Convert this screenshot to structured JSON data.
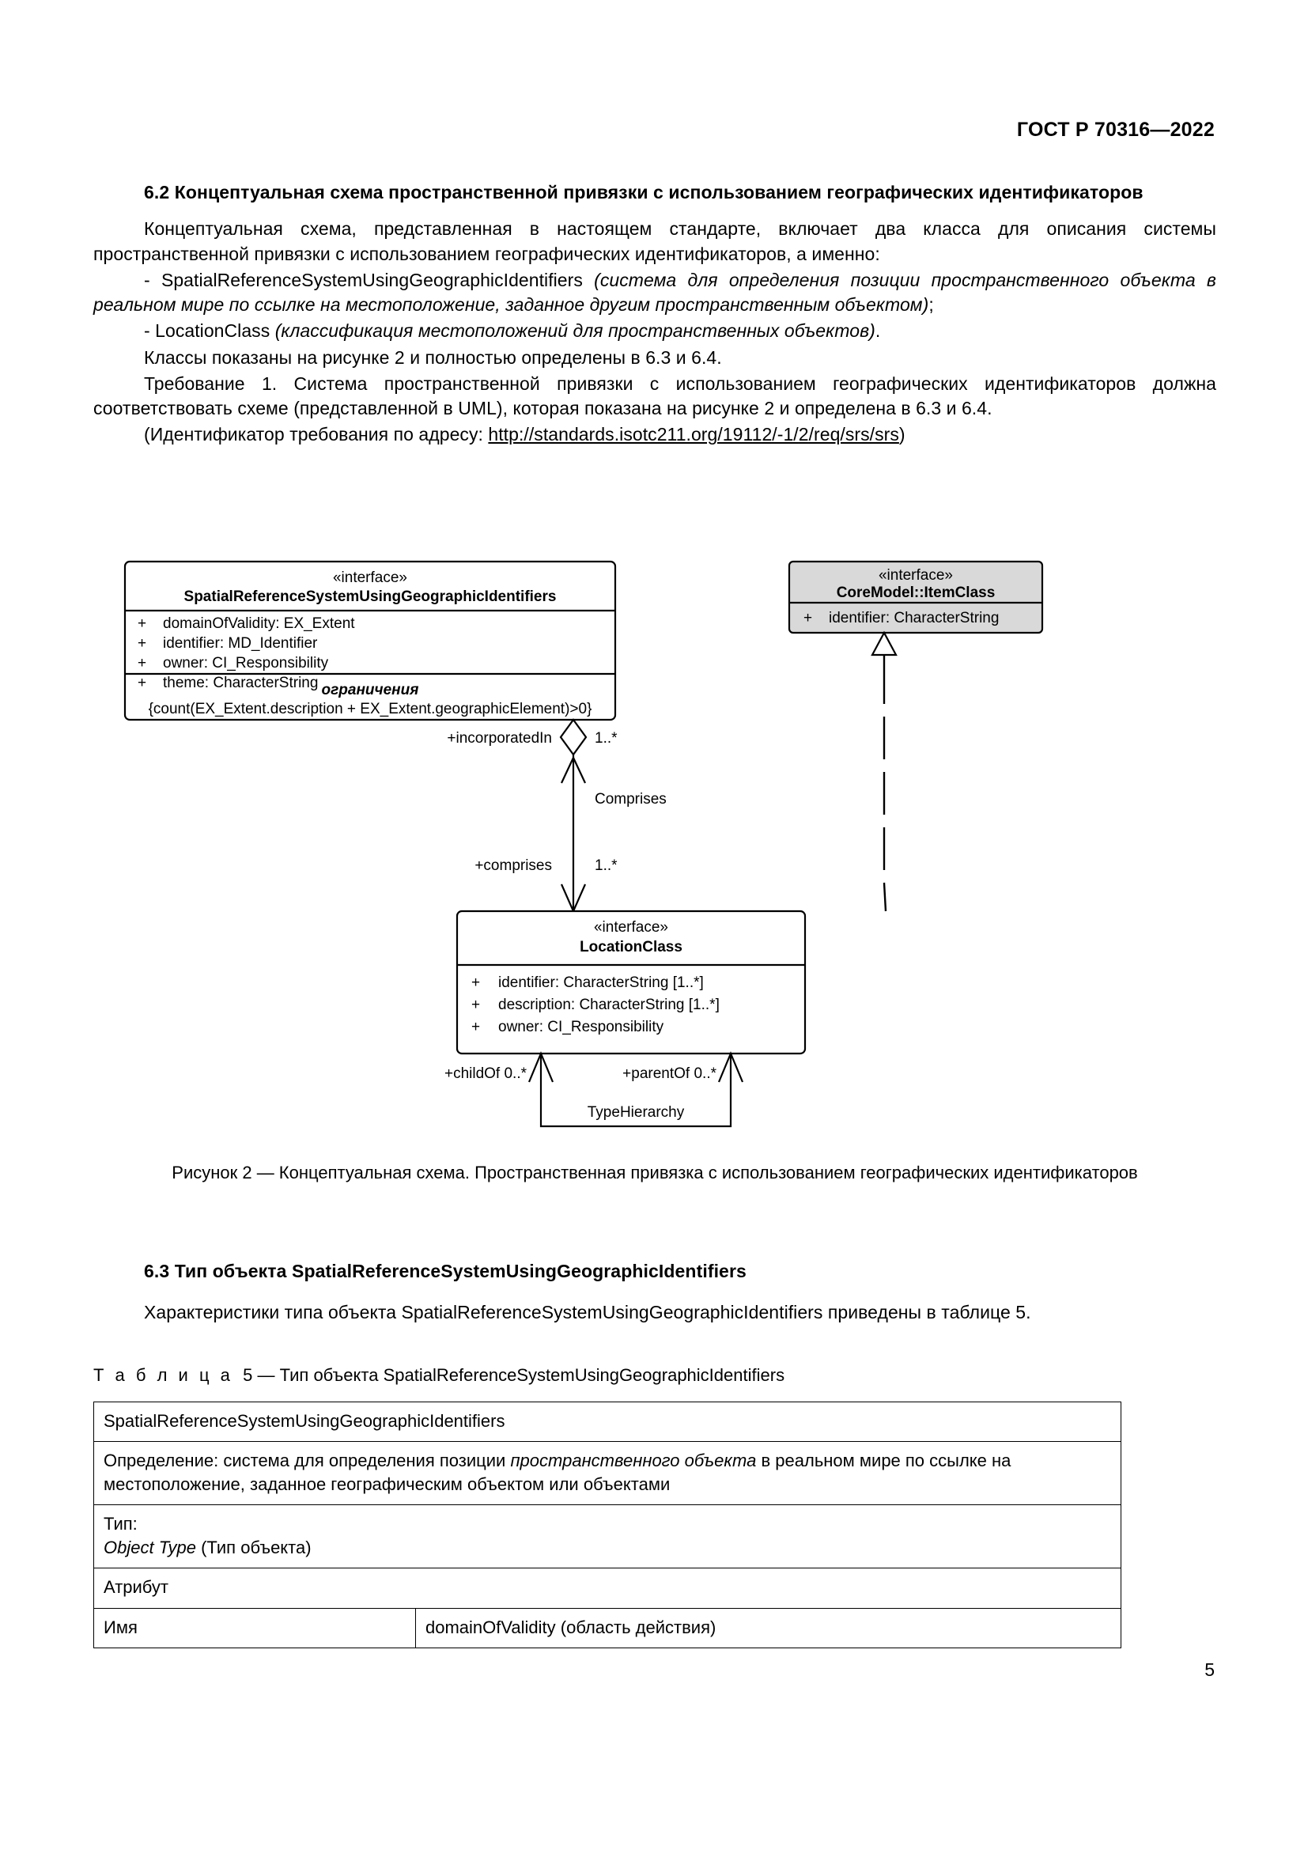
{
  "header": {
    "standard_title": "ГОСТ Р 70316—2022"
  },
  "sections": {
    "s62": {
      "heading": "6.2 Концептуальная схема пространственной привязки с использованием географических идентификаторов",
      "p1": "Концептуальная схема, представленная в настоящем стандарте, включает два класса для описания системы пространственной привязки с использованием географических идентификаторов, а именно:",
      "bullet1_plain": "-  SpatialReferenceSystemUsingGeographicIdentifiers ",
      "bullet1_italic": "(система для определения позиции пространственного объекта в реальном мире по ссылке на местоположение, заданное другим пространственным объектом)",
      "bullet1_tail": ";",
      "bullet2_plain": "- LocationClass ",
      "bullet2_italic": "(классификация местоположений для пространственных объектов)",
      "bullet2_tail": ".",
      "p2": "Классы показаны на рисунке 2 и полностью определены в 6.3 и 6.4.",
      "p3": "Требование 1. Система пространственной привязки с использованием географических идентификаторов должна соответствовать схеме (представленной в UML), которая показана на рисунке 2 и определена в 6.3 и 6.4.",
      "p4_prefix": "(Идентификатор требования по адресу: ",
      "p4_link": "http://standards.isotc211.org/19112/-1/2/req/srs/srs",
      "p4_suffix": ")"
    },
    "s63": {
      "heading": "6.3 Тип объекта SpatialReferenceSystemUsingGeographicIdentifiers",
      "p1": "Характеристики типа объекта SpatialReferenceSystemUsingGeographicIdentifiers приведены в таблице 5."
    }
  },
  "figure": {
    "caption": "Рисунок 2 — Концептуальная схема. Пространственная привязка с использованием географических идентификаторов",
    "class_srs": {
      "stereotype": "«interface»",
      "name": "SpatialReferenceSystemUsingGeographicIdentifiers",
      "attributes": [
        {
          "visibility": "+",
          "text": "domainOfValidity: EX_Extent"
        },
        {
          "visibility": "+",
          "text": "identifier: MD_Identifier"
        },
        {
          "visibility": "+",
          "text": "owner: CI_Responsibility"
        },
        {
          "visibility": "+",
          "text": "theme: CharacterString"
        }
      ],
      "constraints_title": "ограничения",
      "constraints_body": "{count(EX_Extent.description + EX_Extent.geographicElement)>0}"
    },
    "class_itemclass": {
      "stereotype": "«interface»",
      "name": "CoreModel::ItemClass",
      "attributes": [
        {
          "visibility": "+",
          "text": "identifier: CharacterString"
        }
      ],
      "fill": "#d9d9d9"
    },
    "class_locationclass": {
      "stereotype": "«interface»",
      "name": "LocationClass",
      "attributes": [
        {
          "visibility": "+",
          "text": "identifier: CharacterString [1..*]"
        },
        {
          "visibility": "+",
          "text": "description: CharacterString [1..*]"
        },
        {
          "visibility": "+",
          "text": "owner: CI_Responsibility"
        }
      ]
    },
    "associations": {
      "aggregation_name": "Comprises",
      "role_incorporated_in": "+incorporatedIn",
      "mult_incorporated_in": "1..*",
      "role_comprises": "+comprises",
      "mult_comprises": "1..*",
      "hierarchy_name": "TypeHierarchy",
      "role_child_of": "+childOf 0..*",
      "role_parent_of": "+parentOf 0..*"
    }
  },
  "table5": {
    "caption_label": "Т а б л и ц а",
    "caption_number": "5",
    "caption_dash": "—",
    "caption_text": "Тип объекта SpatialReferenceSystemUsingGeographicIdentifiers",
    "rows": [
      {
        "kind": "single",
        "text": "SpatialReferenceSystemUsingGeographicIdentifiers"
      },
      {
        "kind": "rich_definition",
        "prefix": "Определение: система для определения позиции ",
        "italic": "пространственного объекта",
        "suffix": " в реальном мире по ссылке на местоположение, заданное географическим объектом или объектами"
      },
      {
        "kind": "rich_type",
        "line1": "Тип:",
        "italic": "Object Type",
        "suffix": " (Тип объекта)"
      },
      {
        "kind": "single",
        "text": "Атрибут"
      },
      {
        "kind": "pair",
        "left": "Имя",
        "right": "domainOfValidity (область действия)"
      }
    ]
  },
  "footer": {
    "page_number": "5"
  }
}
